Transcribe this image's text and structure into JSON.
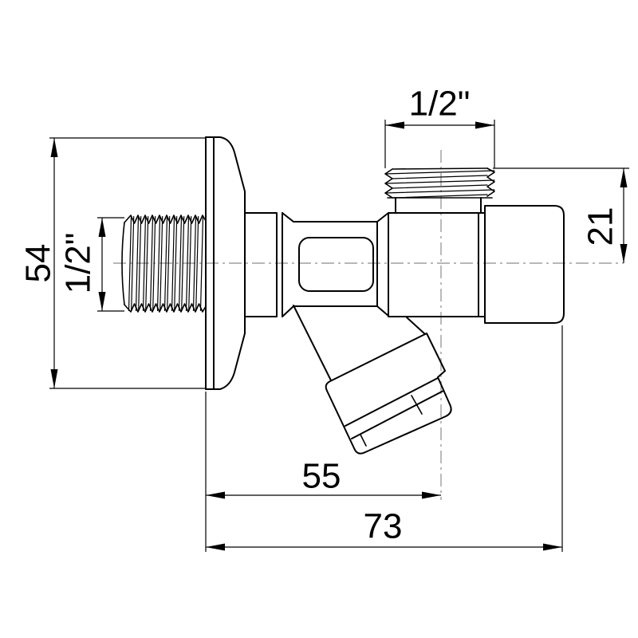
{
  "colors": {
    "line": "#000000",
    "centerline": "#8c8c8c",
    "background": "#ffffff"
  },
  "drawing_type": "technical dimension drawing of an angle valve",
  "dimensions": {
    "top_port_thread": "1/2\"",
    "outlet_axis_offset": "21",
    "flange_height": "54",
    "inlet_thread": "1/2\"",
    "wall_to_port_axis": "55",
    "overall_depth": "73"
  }
}
